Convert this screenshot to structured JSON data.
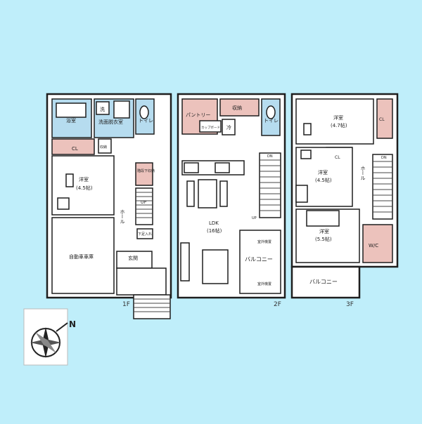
{
  "colors": {
    "background": "#bfeefa",
    "wall": "#1e1e1e",
    "floor": "#ffffff",
    "wet_room": "#b6dcef",
    "storage": "#ecc2bc",
    "stairs": "#444444"
  },
  "floors": {
    "f1": {
      "label": "1F",
      "rooms": {
        "bath": "浴室",
        "wash_room": "洗面脱衣室",
        "washer": "洗",
        "toilet": "トイレ",
        "closet": "CL",
        "western": "洋室",
        "western_size": "(4.5帖)",
        "hall": "ホール",
        "garage": "自動車車庫",
        "entrance": "玄関",
        "storage": "階段下収納",
        "shoe_box": "収納",
        "shoe_closet": "下足入れ",
        "up": "UP"
      }
    },
    "f2": {
      "label": "2F",
      "rooms": {
        "pantry": "パントリー",
        "storage": "収納",
        "fridge": "冷",
        "cupboard": "カップボード",
        "toilet": "トイレ",
        "ldk": "LDK",
        "ldk_size": "(16帖)",
        "balcony": "バルコニー",
        "unit_top": "室外機置",
        "unit_bottom": "室外機置",
        "dn": "DN",
        "up": "UP"
      }
    },
    "f3": {
      "label": "3F",
      "rooms": {
        "west_a": "洋室",
        "west_a_size": "(4.7帖)",
        "west_b": "洋室",
        "west_b_size": "(4.5帖)",
        "west_c": "洋室",
        "west_c_size": "(5.5帖)",
        "closet_a": "CL",
        "closet_b": "CL",
        "hall": "ホール",
        "wic": "W/C",
        "balcony": "バルコニー",
        "dn": "DN"
      }
    }
  },
  "compass": {
    "north": "N"
  }
}
